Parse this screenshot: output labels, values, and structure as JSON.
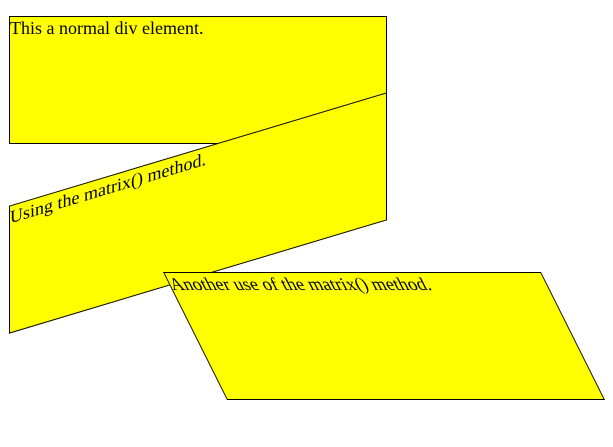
{
  "boxes": {
    "normal": {
      "text": "This a normal div element."
    },
    "matrix_one": {
      "text": "Using the matrix() method."
    },
    "matrix_two": {
      "text": "Another use of the matrix() method."
    }
  },
  "colors": {
    "box_background": "#ffff00",
    "box_border": "#000000",
    "page_background": "#ffffff"
  }
}
